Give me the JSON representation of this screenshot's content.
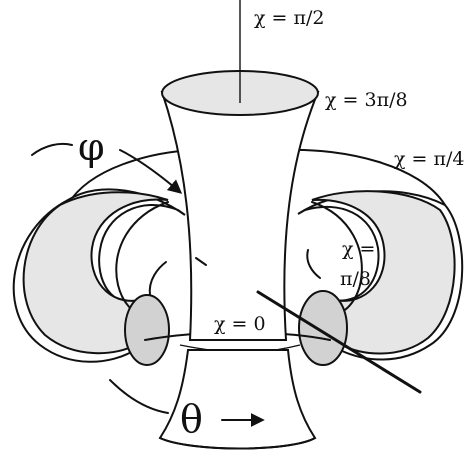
{
  "labels": {
    "chi_pi_over_2": "χ = π/2",
    "chi_3pi_over_8": "χ = 3π/8",
    "chi_pi_over_4": "χ = π/4",
    "chi_pi_over_8_line1": "χ =",
    "chi_pi_over_8_line2": "π/8",
    "chi_zero": "χ = 0",
    "phi": "φ",
    "theta": "θ"
  },
  "colors": {
    "stroke": "#111111",
    "light_shading": "#e6e6e6",
    "mid_shading": "#d2d2d2"
  }
}
